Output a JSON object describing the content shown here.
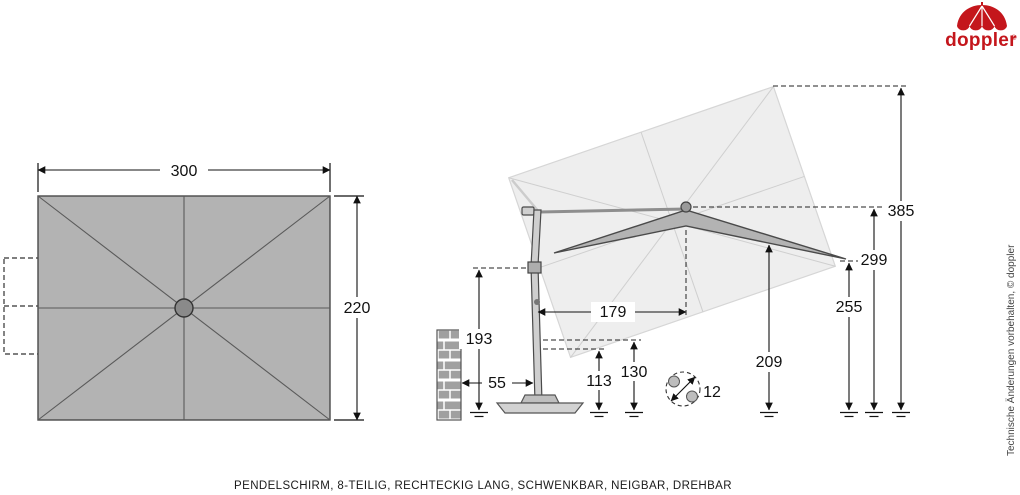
{
  "brand": {
    "name": "doppler",
    "registered": "®"
  },
  "caption": "PENDELSCHIRM, 8-TEILIG, RECHTECKIG LANG, SCHWENKBAR, NEIGBAR, DREHBAR",
  "side_note": "Technische Änderungen vorbehalten, © doppler",
  "dims": {
    "width": "300",
    "depth": "220",
    "height_max": "385",
    "height_pole": "299",
    "height_edge": "255",
    "height_clearance": "209",
    "reach": "179",
    "height_joint": "193",
    "wall_offset": "55",
    "base_h1": "113",
    "base_h2": "130",
    "swivel": "12"
  }
}
